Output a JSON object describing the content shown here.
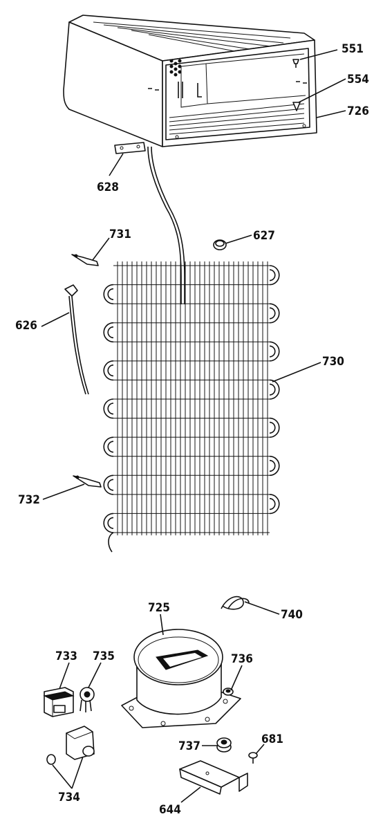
{
  "labels": {
    "l551": "551",
    "l554": "554",
    "l726": "726",
    "l628": "628",
    "l731": "731",
    "l627": "627",
    "l626": "626",
    "l730": "730",
    "l732": "732",
    "l725": "725",
    "l740": "740",
    "l733": "733",
    "l735": "735",
    "l736": "736",
    "l737": "737",
    "l681": "681",
    "l734": "734",
    "l644": "644"
  },
  "parts": [
    {
      "id": "551",
      "icon": "screw-icon"
    },
    {
      "id": "554",
      "icon": "screw-icon"
    },
    {
      "id": "726",
      "icon": "cabinet-frame-icon"
    },
    {
      "id": "628",
      "icon": "bracket-icon"
    },
    {
      "id": "731",
      "icon": "clip-icon"
    },
    {
      "id": "627",
      "icon": "grommet-icon"
    },
    {
      "id": "626",
      "icon": "wire-harness-icon"
    },
    {
      "id": "730",
      "icon": "condenser-coil-icon"
    },
    {
      "id": "732",
      "icon": "clip-icon"
    },
    {
      "id": "725",
      "icon": "compressor-icon"
    },
    {
      "id": "740",
      "icon": "spring-clip-icon"
    },
    {
      "id": "733",
      "icon": "relay-icon"
    },
    {
      "id": "735",
      "icon": "overload-protector-icon"
    },
    {
      "id": "736",
      "icon": "grommet-icon"
    },
    {
      "id": "737",
      "icon": "grommet-icon"
    },
    {
      "id": "681",
      "icon": "screw-icon"
    },
    {
      "id": "734",
      "icon": "terminal-cover-icon"
    },
    {
      "id": "644",
      "icon": "mounting-bracket-icon"
    }
  ]
}
